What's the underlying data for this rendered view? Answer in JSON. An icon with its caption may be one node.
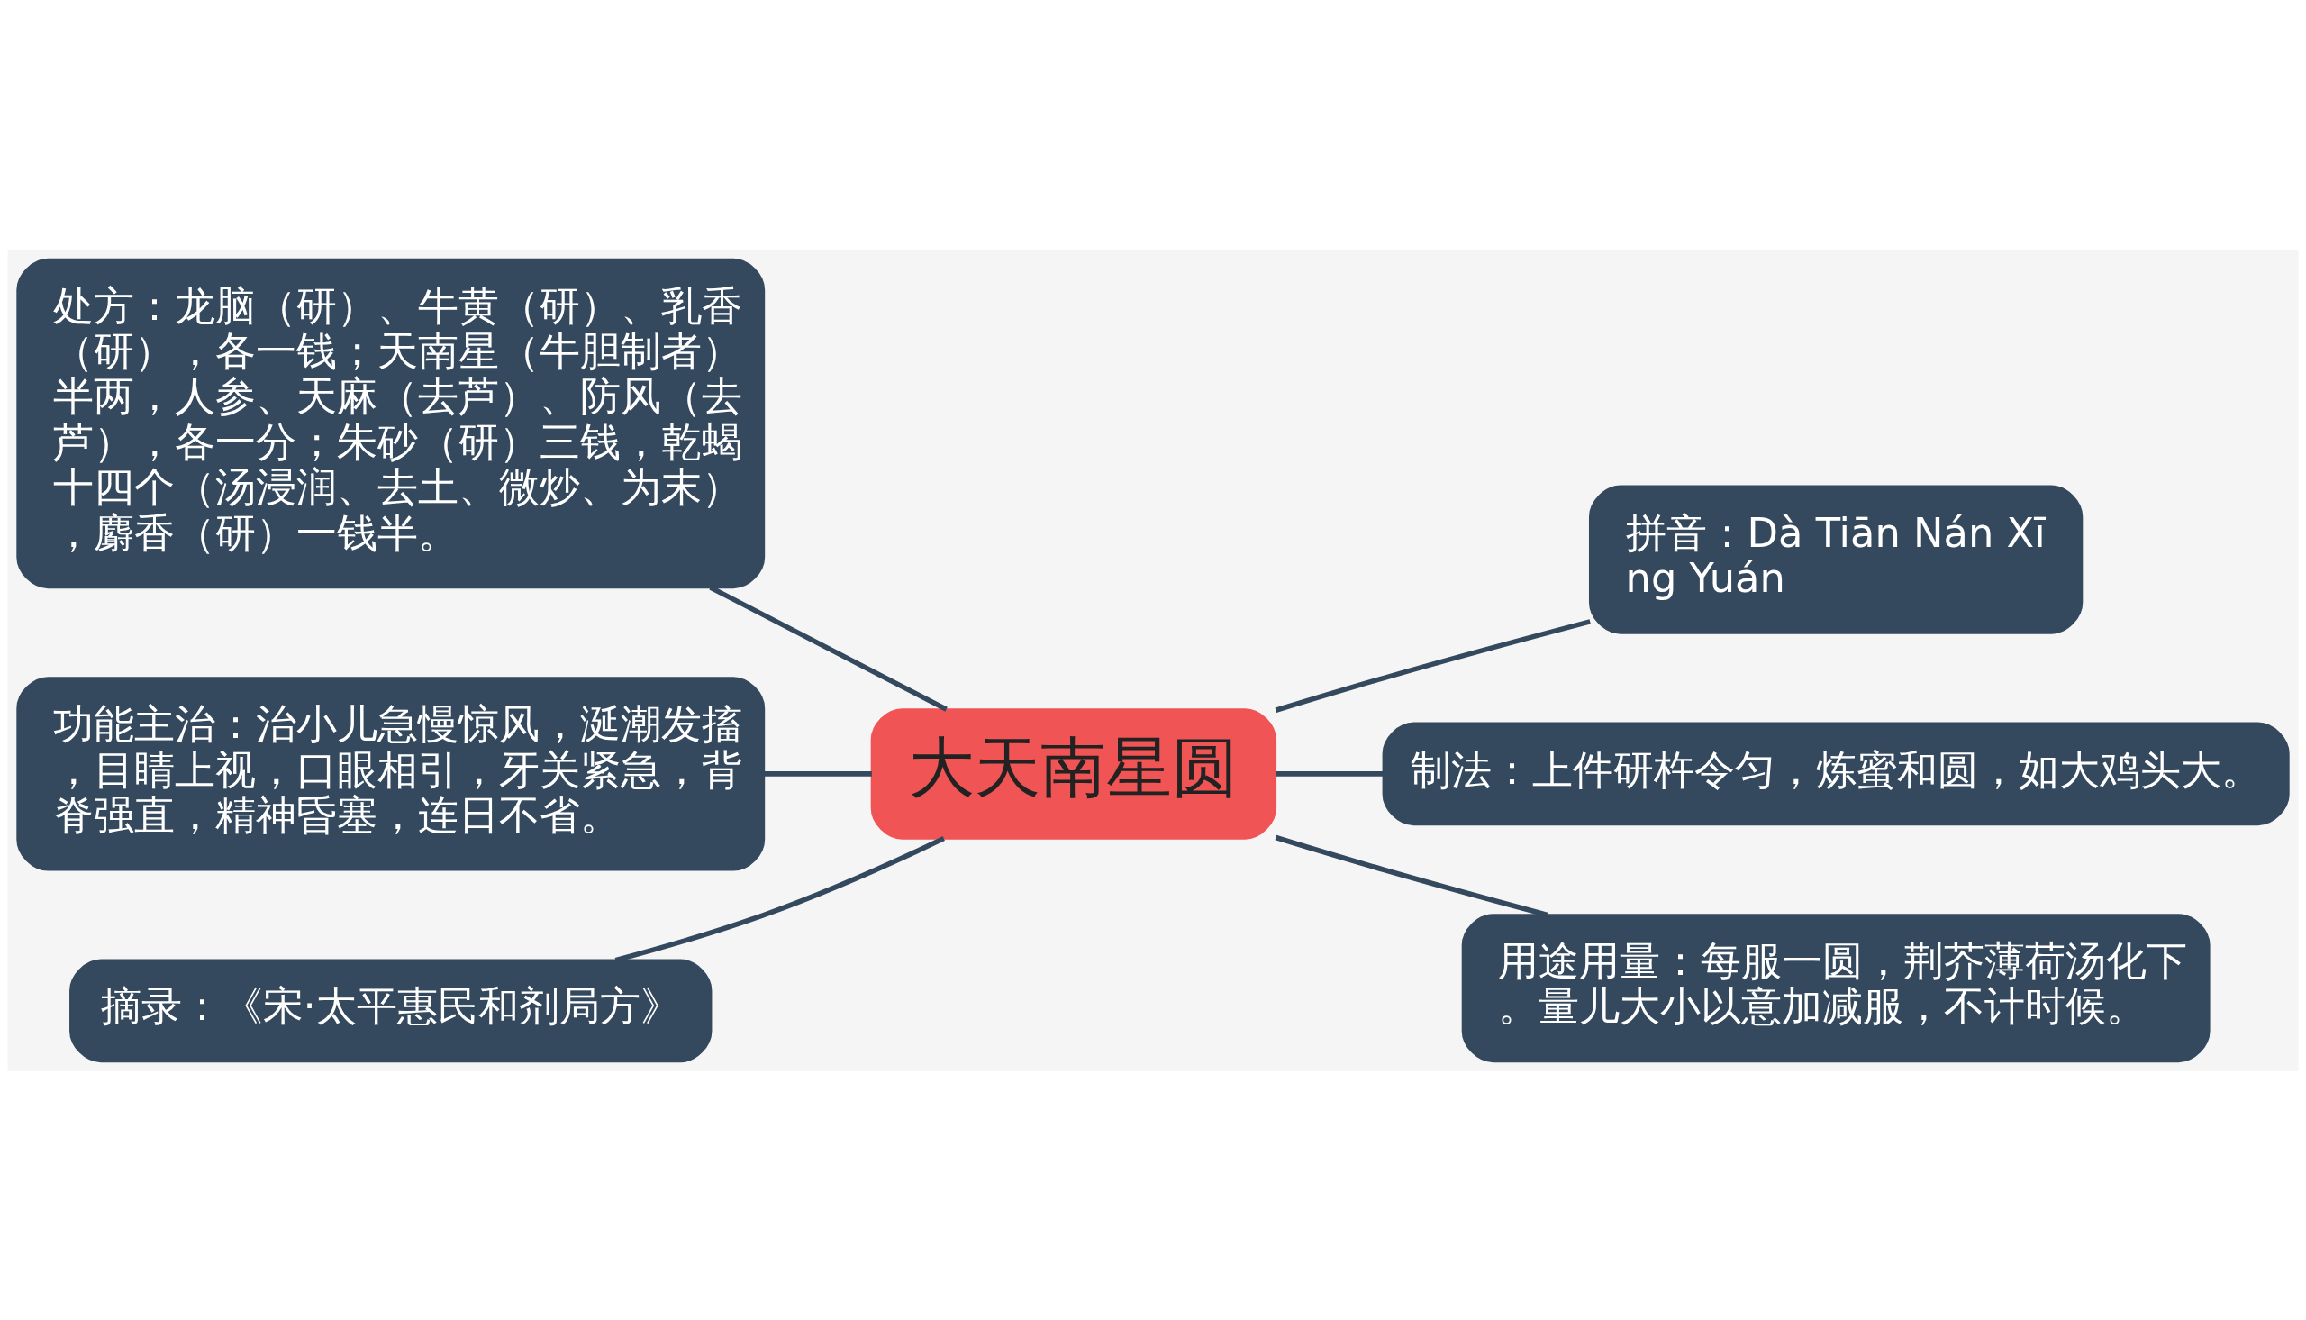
{
  "diagram": {
    "nodes": [
      {
        "text": [
          "大天南星圆"
        ]
      },
      {
        "text": [
          "处方：龙脑（研）、牛黄（研）、乳香（研），各一钱；天南星（牛胆制者）半两，人参、天麻（去芦）、防风（去芦），各一分；朱砂（研）三钱，乾蝎十四个（汤浸润、去土、微炒、为末），麝香（研）一钱半。"
        ]
      },
      {
        "text": [
          "功能主治：治小儿急慢惊风，涎潮发搐，目睛上视，口眼相引，牙关紧急，背脊强直，精神昏塞，连日不省。"
        ]
      },
      {
        "text": [
          "摘录：《宋·太平惠民和剂局方》"
        ]
      },
      {
        "text": [
          "拼音：Dà Tiān Nán Xīng Yuán"
        ]
      },
      {
        "text": [
          "制法：上件研杵令匀，炼蜜和圆，如大鸡头大。"
        ]
      },
      {
        "text": [
          "用途用量：每服一圆，荆芥薄荷汤化下。量儿大小以意加减服，不计时候。"
        ]
      }
    ],
    "edges": [
      {
        "from": 0,
        "to": 1,
        "arrow": "none"
      },
      {
        "from": 0,
        "to": 2,
        "arrow": "none"
      },
      {
        "from": 0,
        "to": 3,
        "arrow": "none"
      },
      {
        "from": 0,
        "to": 4,
        "arrow": "none"
      },
      {
        "from": 0,
        "to": 5,
        "arrow": "none"
      },
      {
        "from": 0,
        "to": 6,
        "arrow": "none"
      }
    ]
  }
}
